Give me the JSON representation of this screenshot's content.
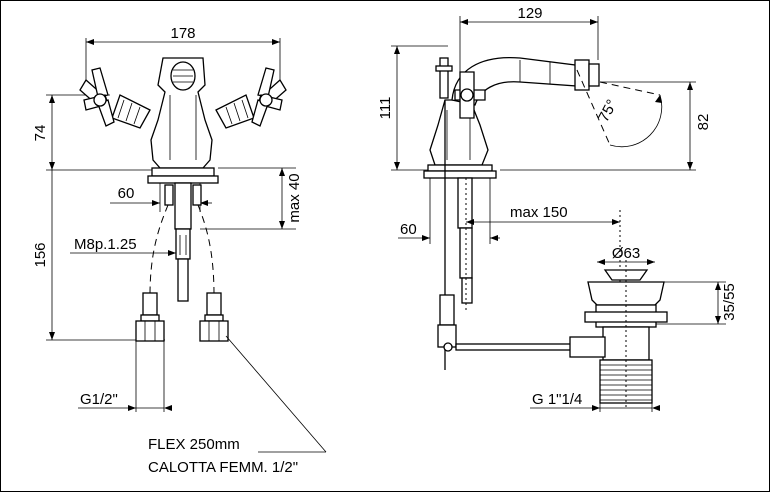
{
  "front_view": {
    "width_label": "178",
    "handle_height_label": "74",
    "total_height_label": "156",
    "max_label": "max 40",
    "base_label": "60",
    "thread_label": "M8p.1.25",
    "connector_label": "G1/2\""
  },
  "side_view": {
    "spout_reach_label": "129",
    "height_label": "111",
    "spout_height_label": "82",
    "angle_label": "75°",
    "base_label": "60",
    "max_label": "max 150",
    "waste_diameter_label": "Ø63",
    "waste_height_label": "35/55",
    "waste_thread_label": "G 1\"1/4"
  },
  "notes": {
    "flex_label": "FLEX 250mm",
    "nut_label": "CALOTTA FEMM. 1/2\""
  }
}
